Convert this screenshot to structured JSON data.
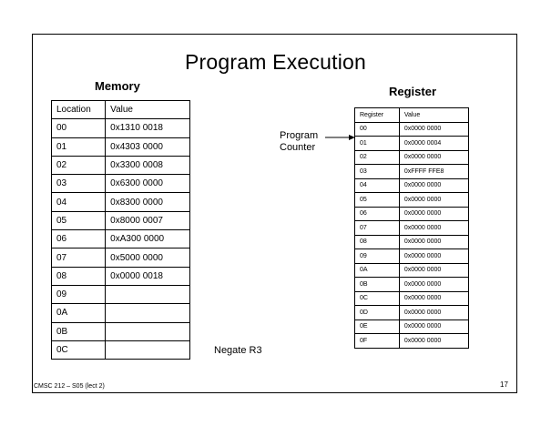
{
  "slide": {
    "title": "Program Execution",
    "caption": "Negate R3",
    "footer": "CMSC 212 – S05 (lect 2)",
    "page_number": "17"
  },
  "memory": {
    "title": "Memory",
    "headers": [
      "Location",
      "Value"
    ],
    "rows": [
      {
        "loc": "00",
        "val": "0x1310 0018"
      },
      {
        "loc": "01",
        "val": "0x4303 0000"
      },
      {
        "loc": "02",
        "val": "0x3300 0008"
      },
      {
        "loc": "03",
        "val": "0x6300 0000"
      },
      {
        "loc": "04",
        "val": "0x8300 0000"
      },
      {
        "loc": "05",
        "val": "0x8000 0007"
      },
      {
        "loc": "06",
        "val": "0xA300 0000"
      },
      {
        "loc": "07",
        "val": "0x5000 0000"
      },
      {
        "loc": "08",
        "val": "0x0000 0018"
      },
      {
        "loc": "09",
        "val": ""
      },
      {
        "loc": "0A",
        "val": ""
      },
      {
        "loc": "0B",
        "val": ""
      },
      {
        "loc": "0C",
        "val": ""
      }
    ]
  },
  "register": {
    "title": "Register",
    "headers": [
      "Register",
      "Value"
    ],
    "rows": [
      {
        "name": "00",
        "val": "0x0000 0000"
      },
      {
        "name": "01",
        "val": "0x0000 0004"
      },
      {
        "name": "02",
        "val": "0x0000 0000"
      },
      {
        "name": "03",
        "val": "0xFFFF FFE8"
      },
      {
        "name": "04",
        "val": "0x0000 0000"
      },
      {
        "name": "05",
        "val": "0x0000 0000"
      },
      {
        "name": "06",
        "val": "0x0000 0000"
      },
      {
        "name": "07",
        "val": "0x0000 0000"
      },
      {
        "name": "08",
        "val": "0x0000 0000"
      },
      {
        "name": "09",
        "val": "0x0000 0000"
      },
      {
        "name": "0A",
        "val": "0x0000 0000"
      },
      {
        "name": "0B",
        "val": "0x0000 0000"
      },
      {
        "name": "0C",
        "val": "0x0000 0000"
      },
      {
        "name": "0D",
        "val": "0x0000 0000"
      },
      {
        "name": "0E",
        "val": "0x0000 0000"
      },
      {
        "name": "0F",
        "val": "0x0000 0000"
      }
    ],
    "pc_label_line1": "Program",
    "pc_label_line2": "Counter"
  }
}
